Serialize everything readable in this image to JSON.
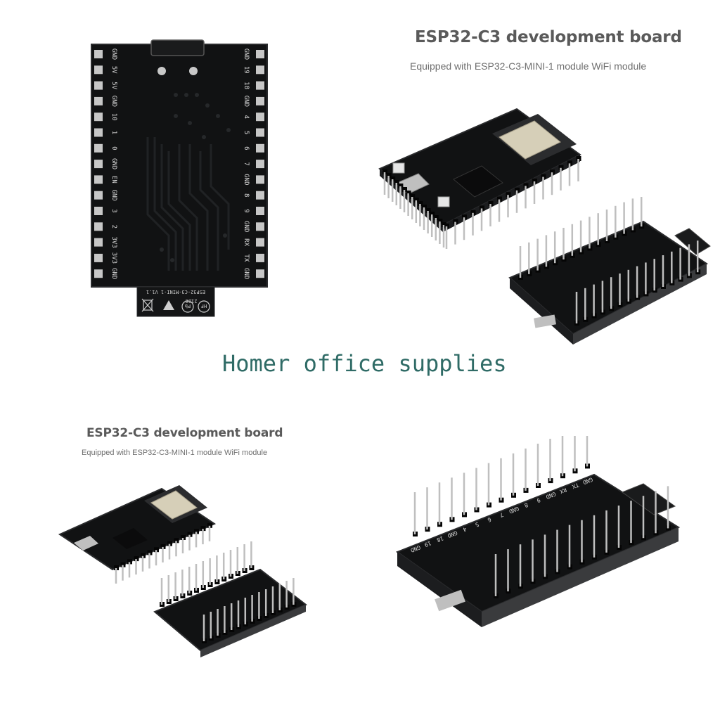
{
  "colors": {
    "pcb": "#111213",
    "pcb_edge": "#2a2b2d",
    "silkscreen": "#d9d9d9",
    "pin_gold": "#c9a548",
    "pin_silver": "#bfbfbf",
    "watermark": "#2f6b66",
    "title": "#5a5a5a",
    "module_metal": "#d6cfb8"
  },
  "panels": {
    "top_right": {
      "title": "ESP32-C3 development board",
      "subtitle": "Equipped with ESP32-C3-MINI-1 module WiFi module"
    },
    "bottom_left": {
      "title": "ESP32-C3 development board",
      "subtitle": "Equipped with ESP32-C3-MINI-1 module WiFi module"
    }
  },
  "watermark": "Homer office supplies",
  "back_board": {
    "left_labels": [
      "GND",
      "5V",
      "5V",
      "GND",
      "10",
      "1",
      "0",
      "GND",
      "EN",
      "GND",
      "3",
      "2",
      "3V3",
      "3V3",
      "GND"
    ],
    "right_labels": [
      "GND",
      "19",
      "18",
      "GND",
      "4",
      "5",
      "6",
      "7",
      "GND",
      "8",
      "9",
      "GND",
      "RX",
      "TX",
      "GND"
    ],
    "tab_text": "ESP32-C3-MINI-1 V1.1",
    "tab_code": "2126",
    "tab_marks": [
      "HF",
      "Pb"
    ]
  },
  "front_labels": [
    "GND",
    "19",
    "18",
    "GND",
    "4",
    "5",
    "6",
    "7",
    "GND",
    "8",
    "9",
    "GND",
    "RX",
    "TX",
    "GND"
  ],
  "icons": [
    "recycle-bin-icon",
    "warning-icon",
    "pb-free-icon",
    "hf-icon"
  ]
}
